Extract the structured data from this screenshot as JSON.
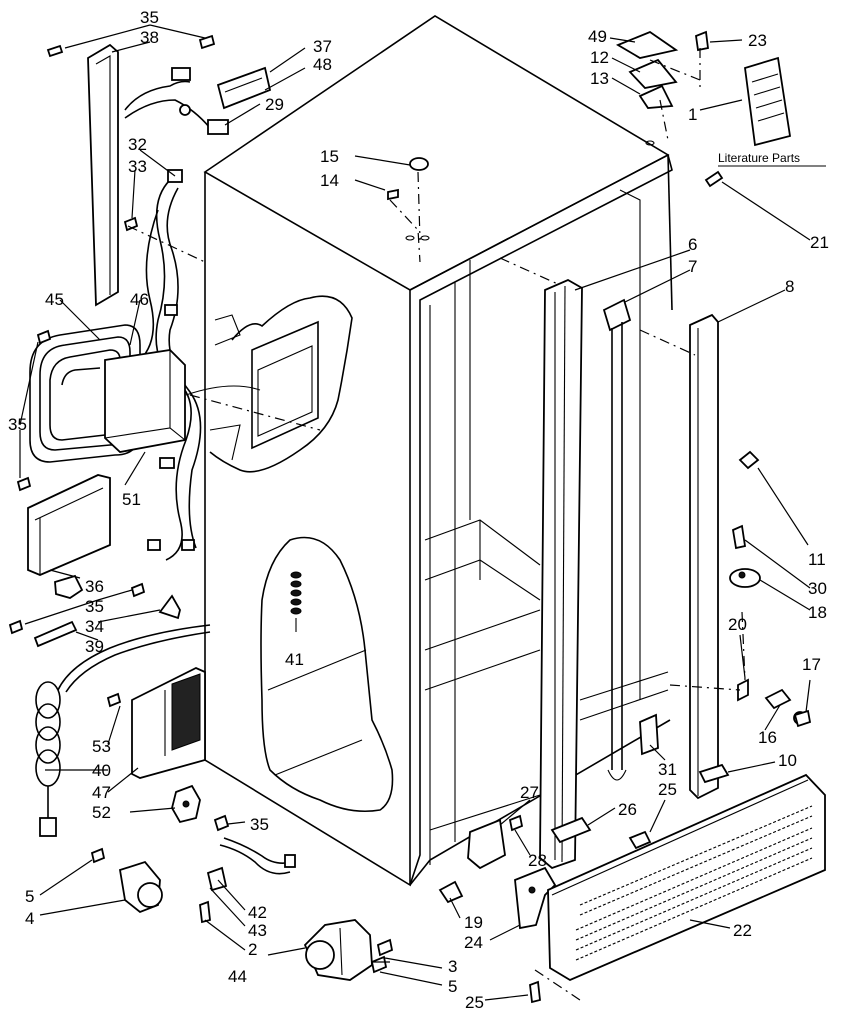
{
  "diagram": {
    "literature_caption": "Literature Parts",
    "callouts": {
      "c1": "1",
      "c2": "2",
      "c3": "3",
      "c4": "4",
      "c5a": "5",
      "c5b": "5",
      "c6": "6",
      "c7": "7",
      "c8": "8",
      "c10": "10",
      "c11": "11",
      "c12": "12",
      "c13": "13",
      "c14": "14",
      "c15": "15",
      "c16": "16",
      "c17": "17",
      "c18": "18",
      "c19": "19",
      "c20": "20",
      "c21": "21",
      "c22": "22",
      "c23": "23",
      "c24": "24",
      "c25a": "25",
      "c25b": "25",
      "c26": "26",
      "c27": "27",
      "c28": "28",
      "c29": "29",
      "c30": "30",
      "c31": "31",
      "c32": "32",
      "c33": "33",
      "c34": "34",
      "c35a": "35",
      "c35b": "35",
      "c35c": "35",
      "c35d": "35",
      "c36": "36",
      "c37": "37",
      "c38": "38",
      "c39": "39",
      "c40": "40",
      "c41": "41",
      "c42": "42",
      "c43": "43",
      "c44": "44",
      "c45": "45",
      "c46": "46",
      "c47": "47",
      "c48": "48",
      "c49": "49",
      "c51": "51",
      "c52": "52",
      "c53": "53"
    }
  }
}
